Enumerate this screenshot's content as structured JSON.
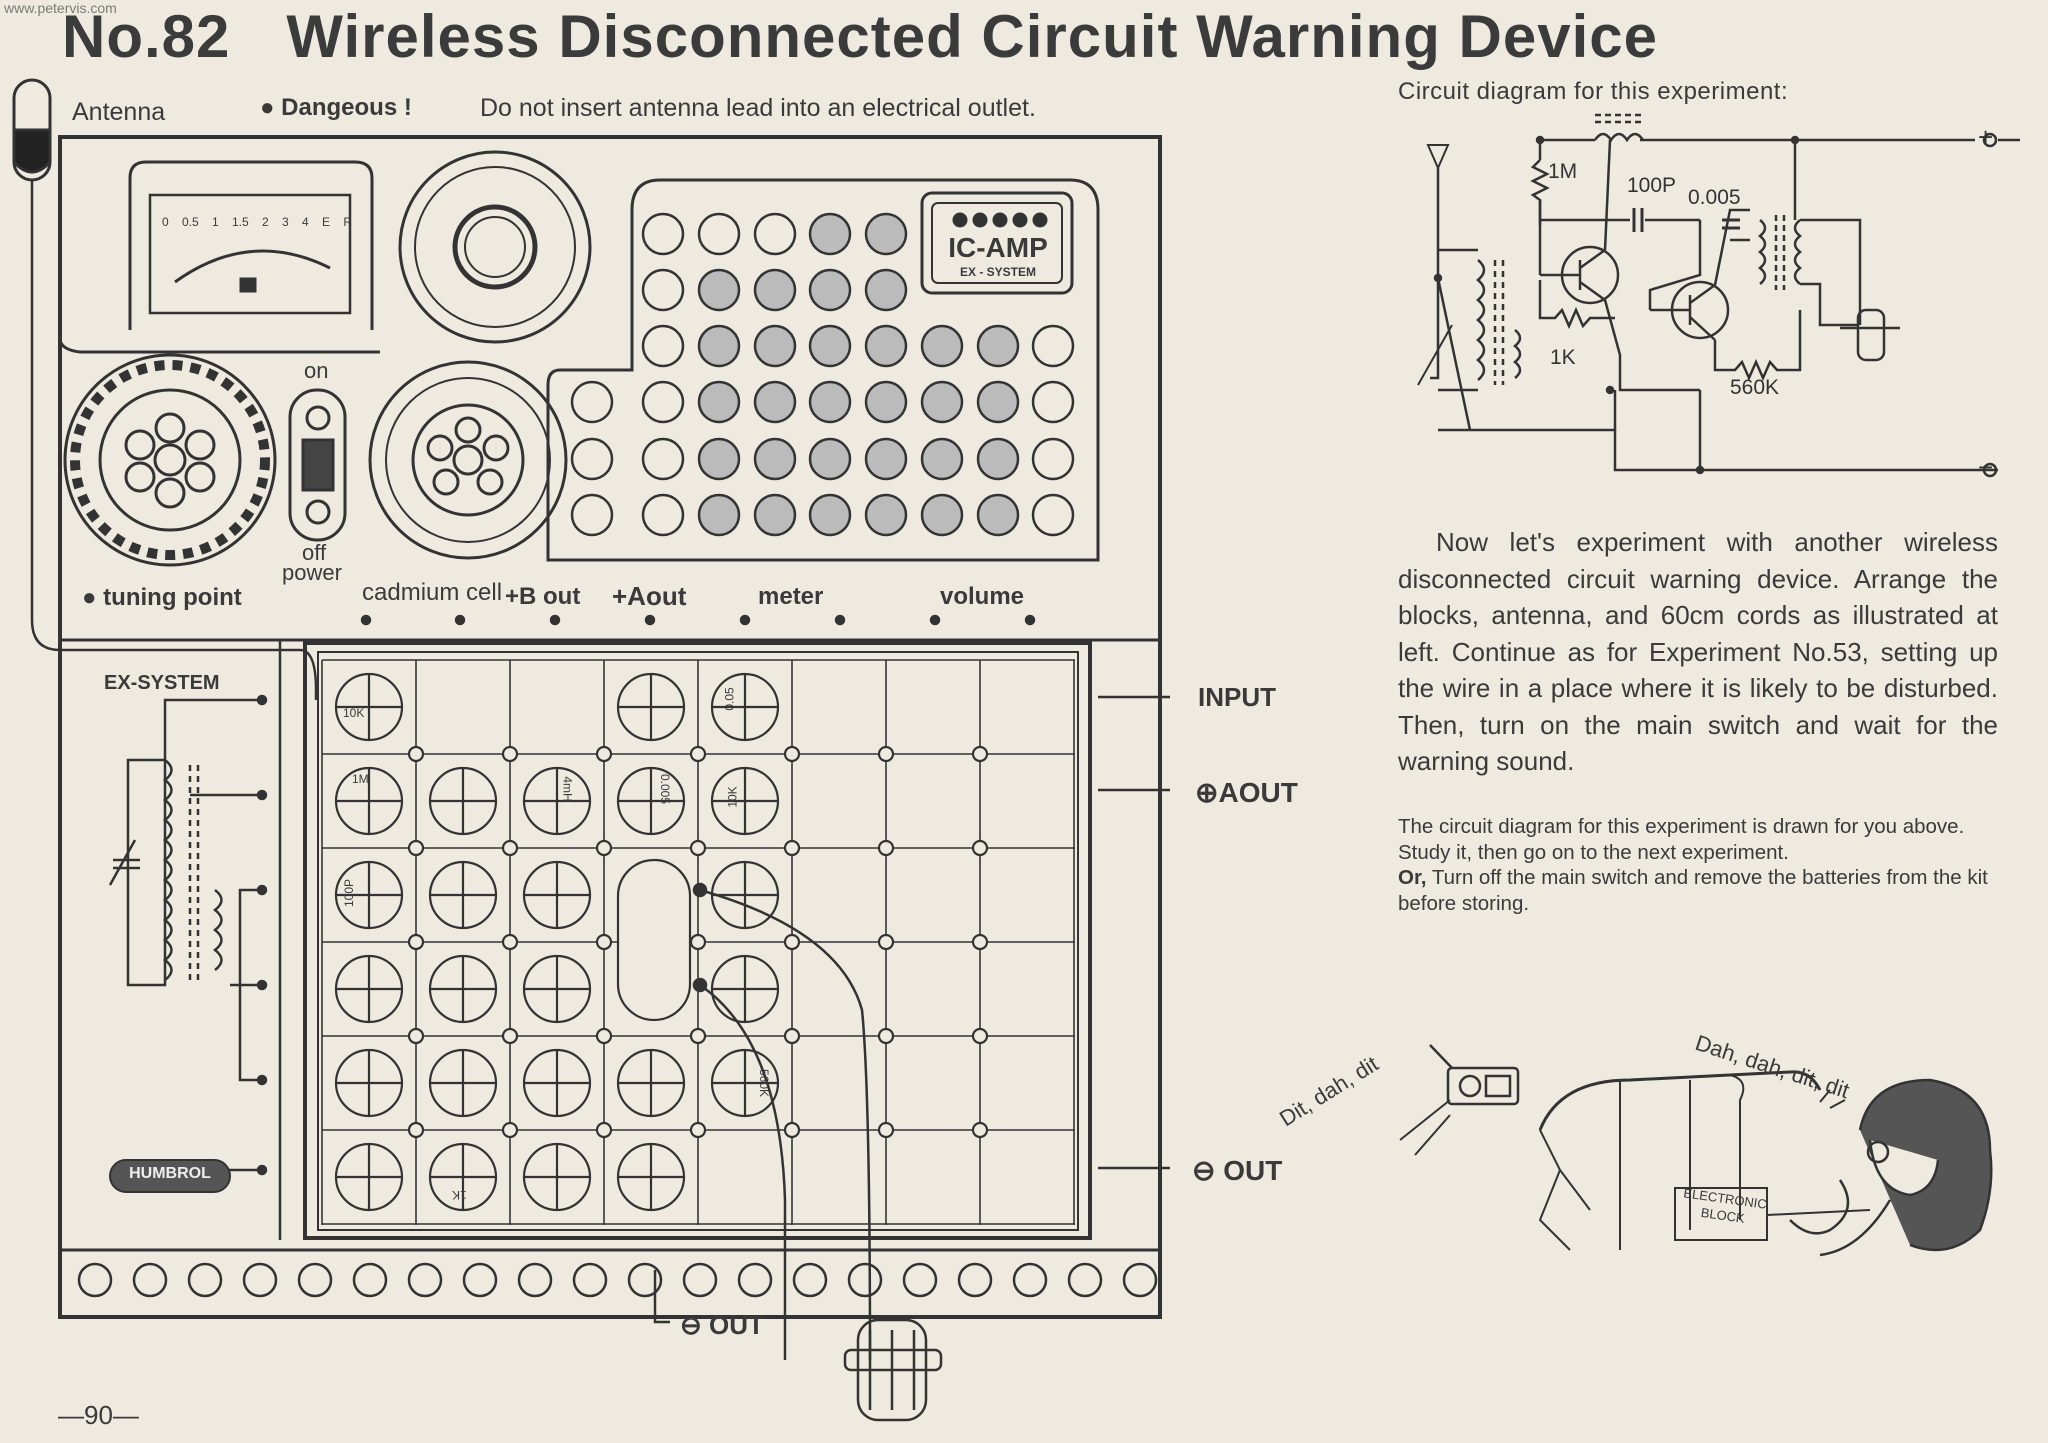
{
  "watermark": "www.petervis.com",
  "header": {
    "number": "No.82",
    "title": "Wireless Disconnected Circuit Warning Device"
  },
  "warning": {
    "antenna_label": "Antenna",
    "danger_label": "Dangeous !",
    "danger_text": "Do not insert antenna lead into an electrical outlet."
  },
  "kit": {
    "meter_scale": [
      "0",
      "0.5",
      "1",
      "1.5",
      "2",
      "3",
      "4",
      "E",
      "R"
    ],
    "ic_amp_label": "IC-AMP",
    "ex_system_small": "EX - SYSTEM",
    "switch_on": "on",
    "switch_off": "off",
    "power_label": "power",
    "tuning_point": "tuning point",
    "terminals": [
      "cadmium cell",
      "+B out",
      "+Aout",
      "meter",
      "volume"
    ],
    "ex_system": "EX-SYSTEM",
    "brand": "HUMBROL",
    "side_labels": [
      "INPUT",
      "AOUT",
      "OUT"
    ],
    "bottom_out": "OUT",
    "block_values": [
      "10K",
      "0.05",
      "1M",
      "4mH",
      "0.005",
      "10K",
      "100P",
      "560K",
      "1K"
    ]
  },
  "circuit_diagram": {
    "heading": "Circuit diagram for this experiment:",
    "labels": [
      "1M",
      "100P",
      "0.005",
      "1K",
      "560K",
      "+",
      "−"
    ]
  },
  "body": {
    "paragraph": "Now let's experiment with another wireless disconnected circuit warning device. Arrange the blocks, antenna, and 60cm cords as illustrated at left. Continue as for Experiment No.53, setting up the wire in a place where it is likely to be disturbed. Then, turn on the main switch and wait for the warning sound.",
    "note_line1": "The circuit diagram for this experiment is drawn for you above. Study it, then go on to the next experiment.",
    "note_or": "Or,",
    "note_line2": " Turn off the main switch and remove the batteries from the kit before storing."
  },
  "cartoon": {
    "left_text": "Dit, dah, dit",
    "right_text": "Dah, dah, dit, dit",
    "box_label": "ELECTRONIC BLOCK"
  },
  "page_number": "—90—"
}
